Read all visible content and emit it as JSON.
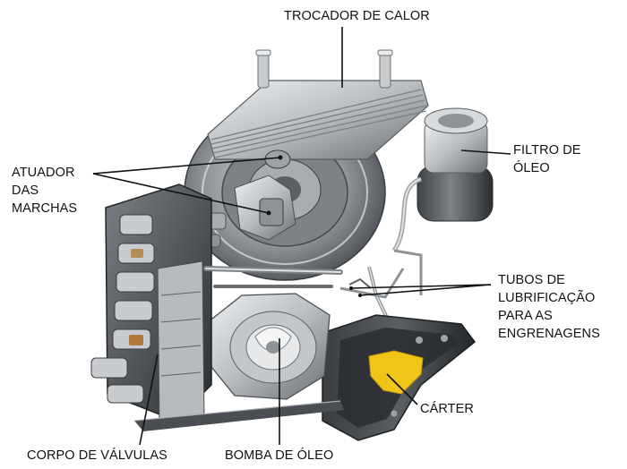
{
  "labels": {
    "trocador": "TROCADOR DE CALOR",
    "filtro": [
      "FILTRO DE",
      "ÓLEO"
    ],
    "atuador": [
      "ATUADOR",
      "DAS",
      "MARCHAS"
    ],
    "tubos": [
      "TUBOS DE",
      "LUBRIFICAÇÃO",
      "PARA AS",
      "ENGRENAGENS"
    ],
    "carter": "CÁRTER",
    "corpo": "CORPO DE VÁLVULAS",
    "bomba": "BOMBA DE ÓLEO"
  },
  "colors": {
    "metal_light": "#d9dbdc",
    "metal_mid": "#9ea3a7",
    "metal_dark": "#3c4043",
    "oil_pan_dark": "#1f2224",
    "filter_body": "#5b5f63",
    "carter_yellow": "#f0c419",
    "copper": "#b07a3a",
    "leader_line": "#111111"
  }
}
